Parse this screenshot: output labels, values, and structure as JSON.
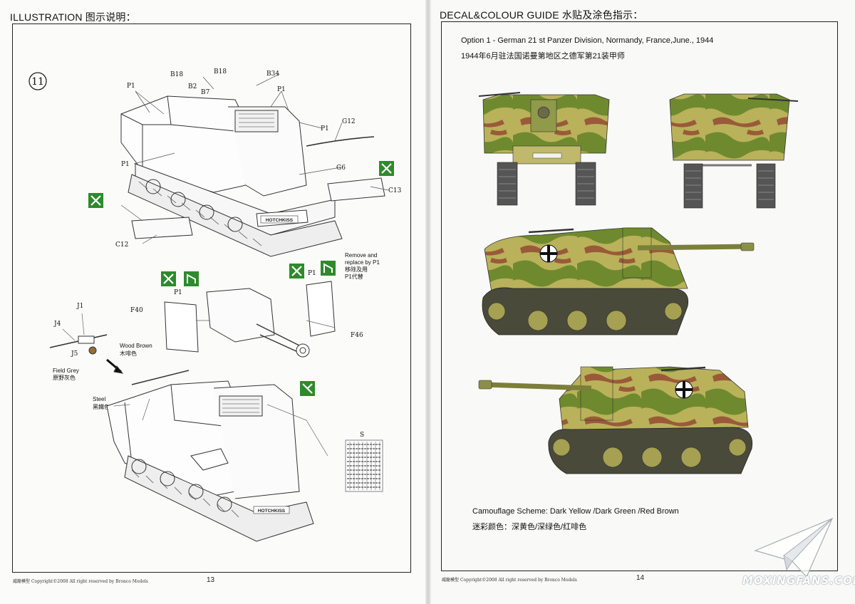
{
  "left_page": {
    "header": "ILLUSTRATION 图示说明：",
    "step_number": "11",
    "part_labels": {
      "b18a": "B18",
      "b18b": "B18",
      "b34": "B34",
      "b2": "B2",
      "b7": "B7",
      "p1_tl": "P1",
      "p1_tr": "P1",
      "p1_r": "P1",
      "p1_l": "P1",
      "g12": "G12",
      "g6": "G6",
      "c13": "C13",
      "c12": "C12",
      "p1_mid": "P1",
      "p1_mr": "P1",
      "f40": "F40",
      "f46": "F46",
      "j1": "J1",
      "j4": "J4",
      "j5": "J5",
      "s": "S"
    },
    "notes": {
      "remove_replace_en1": "Remove and",
      "remove_replace_en2": "replace by P1",
      "remove_replace_cn1": "移除及用",
      "remove_replace_cn2": "P1代替",
      "wood_brown_en": "Wood Brown",
      "wood_brown_cn": "木啡色",
      "field_grey_en": "Field Grey",
      "field_grey_cn": "原野灰色",
      "steel_en": "Steel",
      "steel_cn": "黑鐵色"
    },
    "hull_plate_text": "HOTCHKISS",
    "footer_brand": "威龍模型",
    "footer_copyright": "Copyright©2008  All right reserved by Bronco Models",
    "page_number": "13"
  },
  "right_page": {
    "header": "DECAL&COLOUR GUIDE 水贴及涂色指示：",
    "option_en": "Option 1 - German 21 st Panzer Division, Normandy, France,June., 1944",
    "option_cn": "1944年6月驻法国诺曼第地区之德军第21装甲师",
    "camouflage_en": "Camouflage Scheme: Dark Yellow /Dark Green /Red Brown",
    "camouflage_cn": "迷彩颜色：深黄色/深绿色/红啡色",
    "footer_brand": "威龍模型",
    "footer_copyright": "Copyright©2008  All right reserved by Bronco Models",
    "page_number": "14"
  },
  "watermark": {
    "text": "MOXINGFANS.COM"
  },
  "colors": {
    "dark_yellow": "#b9b25a",
    "dark_green": "#6f8a2e",
    "red_brown": "#9a5a3a",
    "icon_green": "#2e8a2c",
    "ink": "#222222"
  }
}
